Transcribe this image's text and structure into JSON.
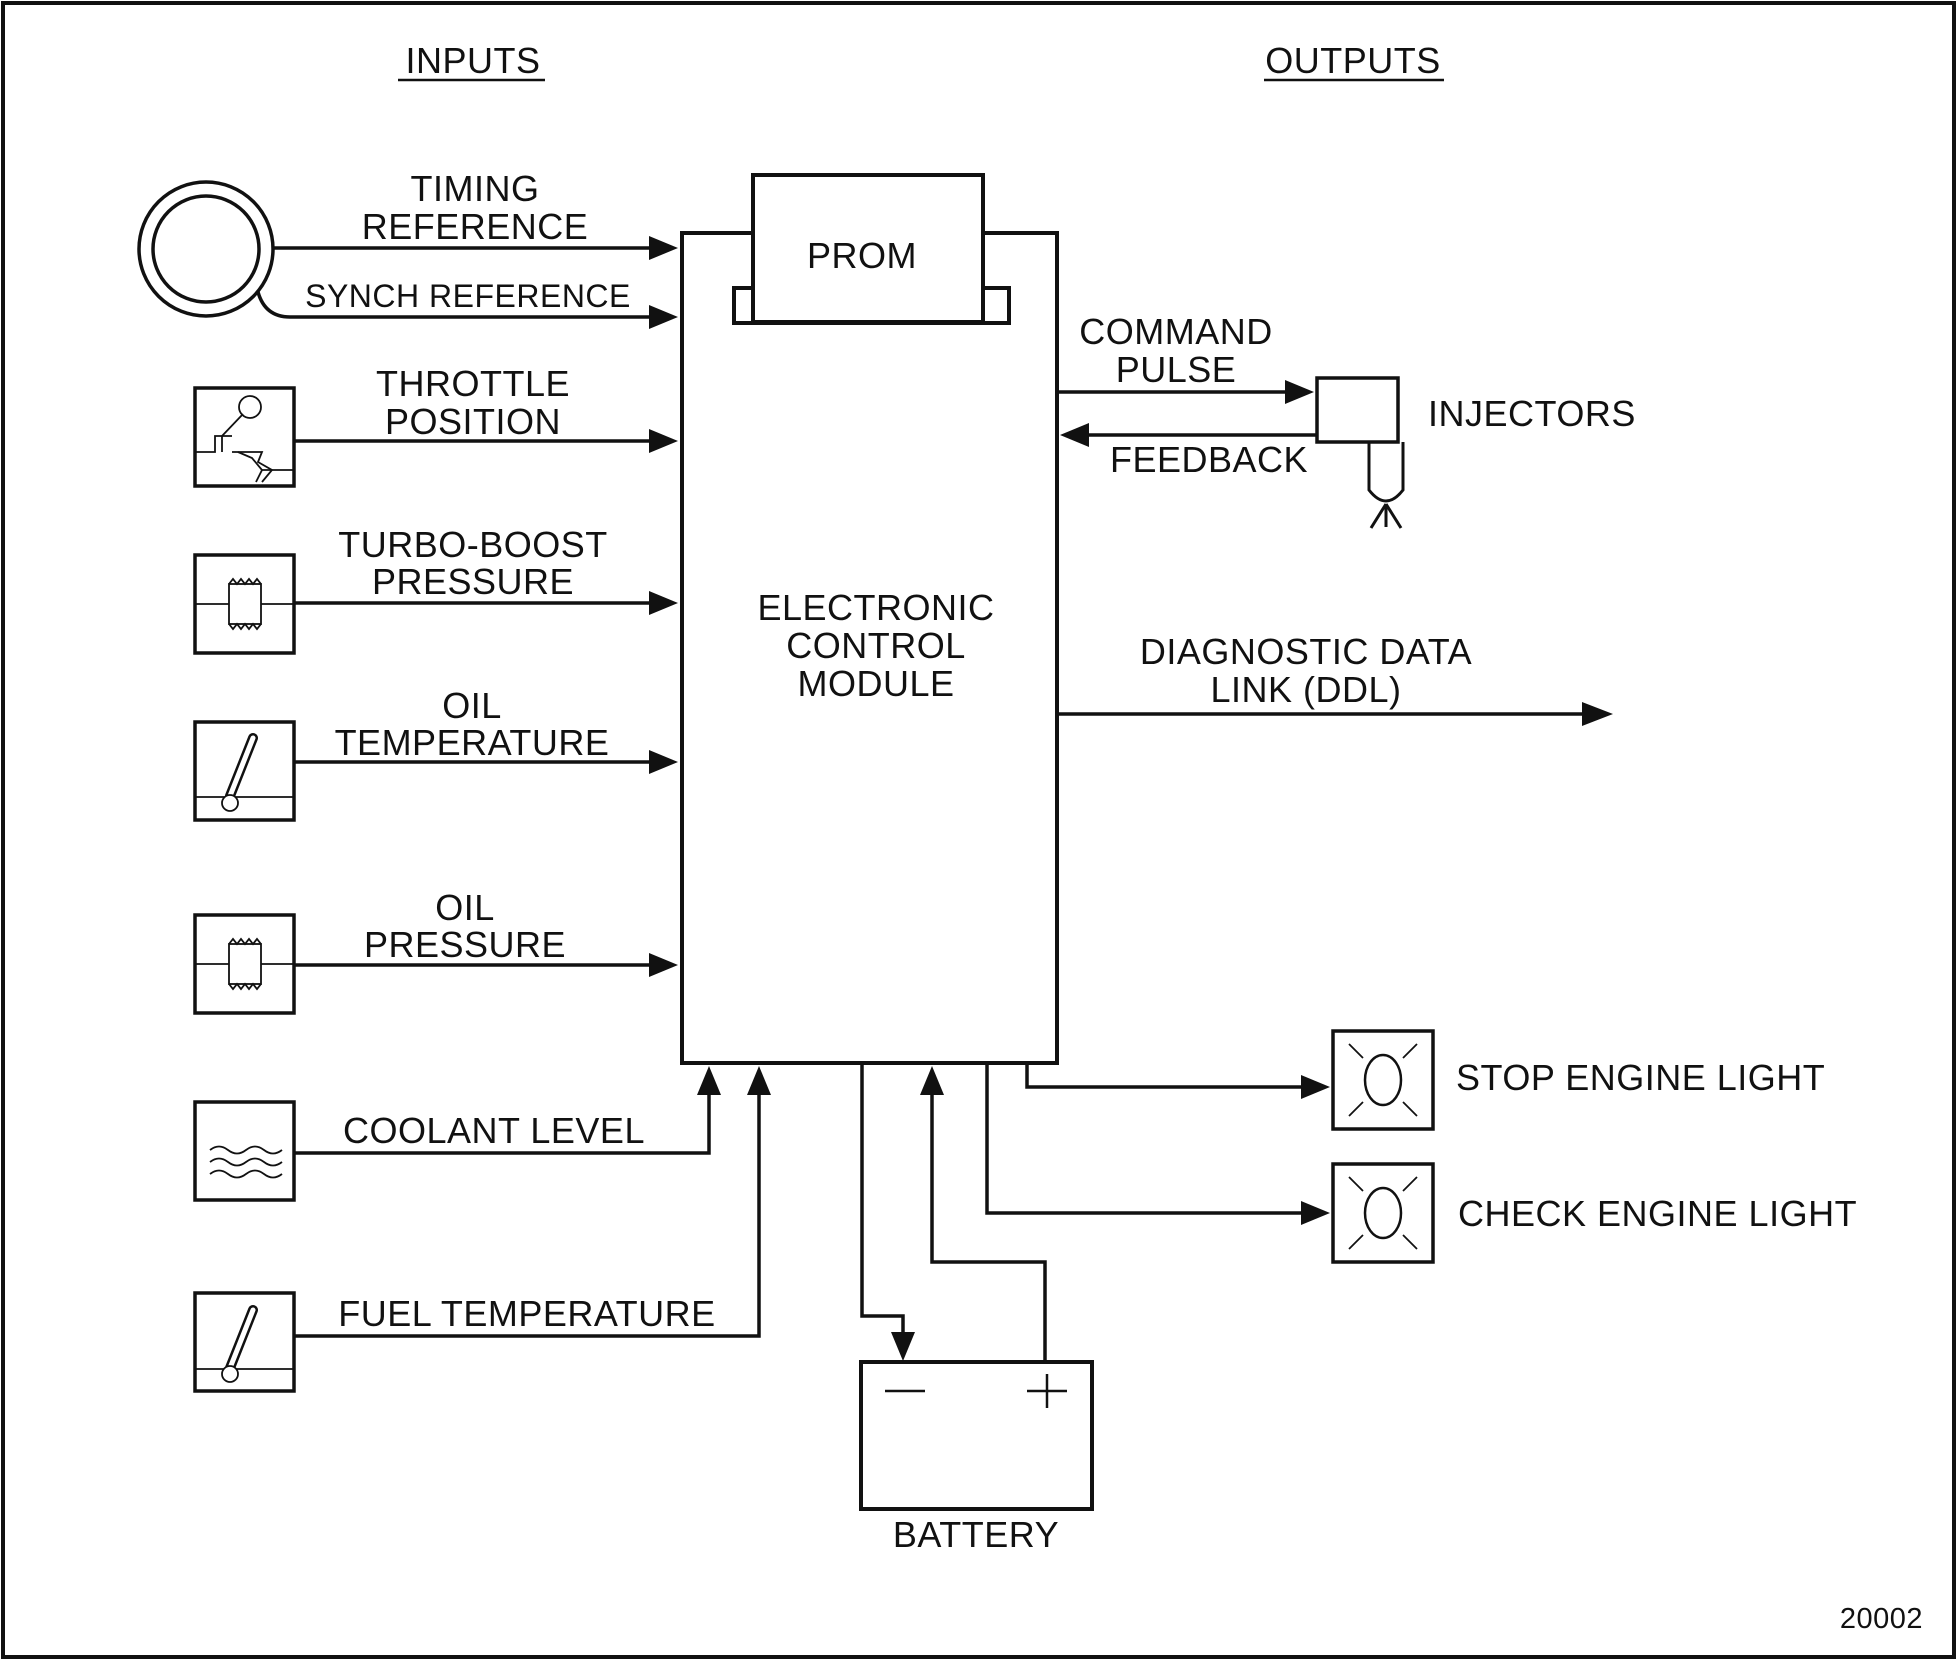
{
  "headers": {
    "inputs": "INPUTS",
    "outputs": "OUTPUTS"
  },
  "ecm": {
    "label_lines": [
      "ELECTRONIC",
      "CONTROL",
      "MODULE"
    ],
    "prom": "PROM"
  },
  "inputs": {
    "timing_reference": [
      "TIMING",
      "REFERENCE"
    ],
    "synch_reference": "SYNCH REFERENCE",
    "throttle_position": [
      "THROTTLE",
      "POSITION"
    ],
    "turbo_boost_pressure": [
      "TURBO-BOOST",
      "PRESSURE"
    ],
    "oil_temperature": [
      "OIL",
      "TEMPERATURE"
    ],
    "oil_pressure": [
      "OIL",
      "PRESSURE"
    ],
    "coolant_level": "COOLANT LEVEL",
    "fuel_temperature": "FUEL TEMPERATURE"
  },
  "outputs": {
    "command_pulse": [
      "COMMAND",
      "PULSE"
    ],
    "feedback": "FEEDBACK",
    "injectors": "INJECTORS",
    "diagnostic_data_link": [
      "DIAGNOSTIC DATA",
      "LINK (DDL)"
    ],
    "stop_engine_light": "STOP ENGINE LIGHT",
    "check_engine_light": "CHECK ENGINE LIGHT"
  },
  "battery": {
    "label": "BATTERY",
    "minus": "—",
    "plus": "+"
  },
  "figure_number": "20002"
}
